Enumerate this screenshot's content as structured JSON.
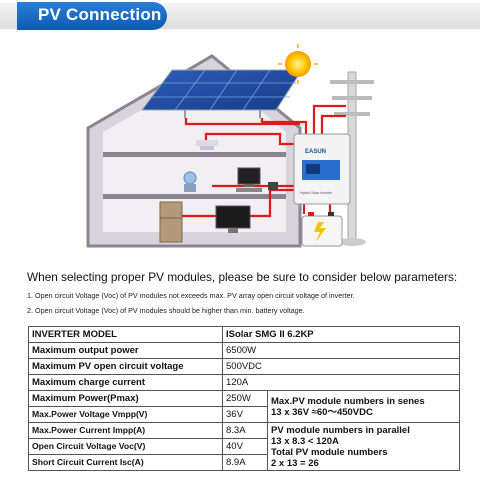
{
  "header": {
    "title": "PV Connection"
  },
  "illustration": {
    "device_brand": "EASUN",
    "device_caption": "Hybrid Solar Inverter"
  },
  "intro": "When selecting proper PV modules, please be sure to consider below parameters:",
  "notes": [
    "1. Open circuit Voltage (Voc) of PV modules not exceeds max. PV array open circuit voltage of inverter.",
    "2. Open circuit Voltage (Voc) of PV modules should be higher than min. battery voltage."
  ],
  "table": {
    "model_label": "INVERTER MODEL",
    "model_value": "ISolar SMG II 6.2KP",
    "rows_full": [
      {
        "k": "Maximum output power",
        "v": "6500W"
      },
      {
        "k": "Maximum PV open circuit voltage",
        "v": "500VDC"
      },
      {
        "k": "Maximum charge current",
        "v": "120A"
      }
    ],
    "pv_rows": [
      {
        "k": "Maximum Power(Pmax)",
        "v": "250W"
      },
      {
        "k": "Max.Power Voltage Vmpp(V)",
        "v": "36V"
      },
      {
        "k": "Max.Power Current Impp(A)",
        "v": "8.3A"
      },
      {
        "k": "Open Circuit Voltage Voc(V)",
        "v": "40V"
      },
      {
        "k": "Short Circuit Current Isc(A)",
        "v": "8.9A"
      }
    ],
    "series_note": {
      "line1": "Max.PV module numbers in senes",
      "line2": "13 x 36V ≈60～450VDC"
    },
    "parallel_note": {
      "line1": "PV module numbers in parallel",
      "line2": "13 x 8.3 < 120A",
      "line3": "Total PV module numbers",
      "line4": "2 x 13 = 26"
    }
  }
}
